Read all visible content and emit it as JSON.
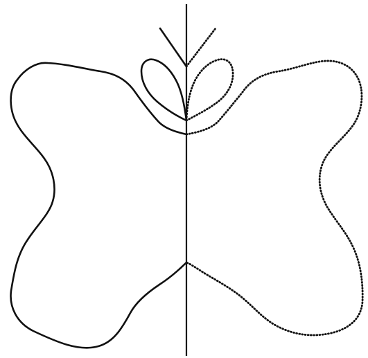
{
  "figure": {
    "description_kind": "symmetry-completion",
    "colors": {
      "background": "#ffffff",
      "stroke": "#111111"
    },
    "axis_style": "solid vertical line",
    "left_half_style": "solid",
    "right_half_style": "dotted"
  }
}
